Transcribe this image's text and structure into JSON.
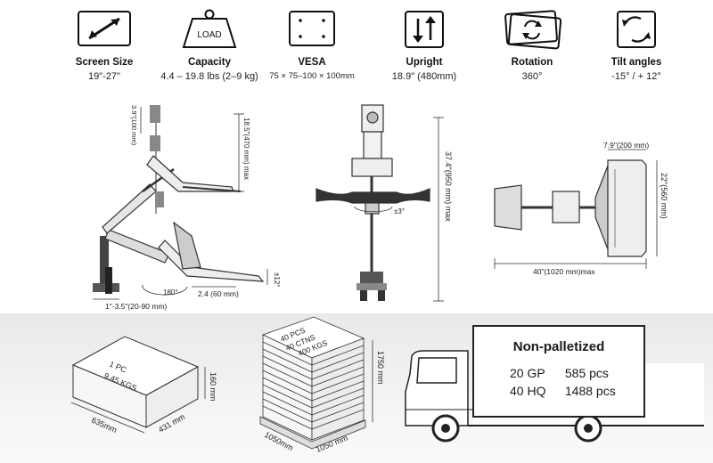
{
  "specs": [
    {
      "icon": "screen-size-icon",
      "title": "Screen Size",
      "value": "19\"-27\""
    },
    {
      "icon": "load-weight-icon",
      "title": "Capacity",
      "value": "4.4 – 19.8 lbs (2–9 kg)",
      "icon_label": "LOAD"
    },
    {
      "icon": "vesa-icon",
      "title": "VESA",
      "value": "75 × 75–100 × 100mm"
    },
    {
      "icon": "height-arrows-icon",
      "title": "Upright",
      "value": "18.9\" (480mm)"
    },
    {
      "icon": "rotation-icon",
      "title": "Rotation",
      "value": "360°"
    },
    {
      "icon": "tilt-icon",
      "title": "Tilt angles",
      "value": "-15°   / + 12°"
    }
  ],
  "side_view": {
    "vesa_spacing": "3.9\"(100 mm)",
    "height_range": "18.5\"(470 mm) max",
    "keyboard_tilt": "±12°",
    "swivel": "180°",
    "depth": "2.4 (60 mm)",
    "clamp": "1\"-3.5\"(20-90 mm)"
  },
  "front_view": {
    "total_height": "37.4\"(950 mm) max",
    "swivel": "±3°"
  },
  "top_view": {
    "keyboard_depth": "7.9\"(200 mm)",
    "keyboard_width": "22\"(560 mm)",
    "reach": "40\"(1020 mm)max"
  },
  "single_carton": {
    "line1": "1 PC",
    "line2": "9.45 KGS",
    "length": "635mm",
    "width": "431 mm",
    "height": "160 mm"
  },
  "pallet": {
    "line1": "40 PCS",
    "line2": "40 CTNS",
    "line3": "400 KGS",
    "length": "1050mm",
    "width": "1050 mm",
    "height": "1750 mm"
  },
  "shipping": {
    "title": "Non-palletized",
    "rows": [
      {
        "container": "20 GP",
        "qty": "585 pcs"
      },
      {
        "container": "40 HQ",
        "qty": "1488 pcs"
      }
    ]
  }
}
